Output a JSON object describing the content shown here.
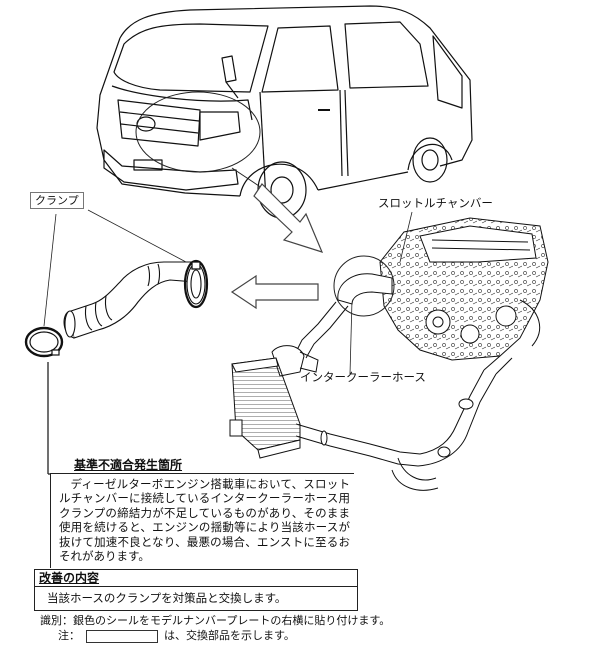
{
  "labels": {
    "clamp": "クランプ",
    "throttle_chamber": "スロットルチャンバー",
    "intercooler_hose": "インタークーラーホース"
  },
  "defect": {
    "title": "基準不適合発生箇所",
    "text": "ディーゼルターボエンジン搭載車において、スロットルチャンバーに接続しているインタークーラーホース用クランプの締結力が不足しているものがあり、そのまま使用を続けると、エンジンの揺動等により当該ホースが抜けて加速不良となり、最悪の場合、エンストに至るおそれがあります。"
  },
  "improvement": {
    "title": "改善の内容",
    "text": "当該ホースのクランプを対策品と交換します。"
  },
  "identification": {
    "text": "識別：銀色のシールをモデルナンバープレートの右横に貼り付けます。",
    "note_prefix": "注：",
    "note_suffix": "は、交換部品を示します。"
  },
  "icons": [
    "van-illustration",
    "engine-illustration",
    "intercooler-illustration",
    "hose-illustration",
    "clamp-illustration",
    "arrow-icon"
  ]
}
